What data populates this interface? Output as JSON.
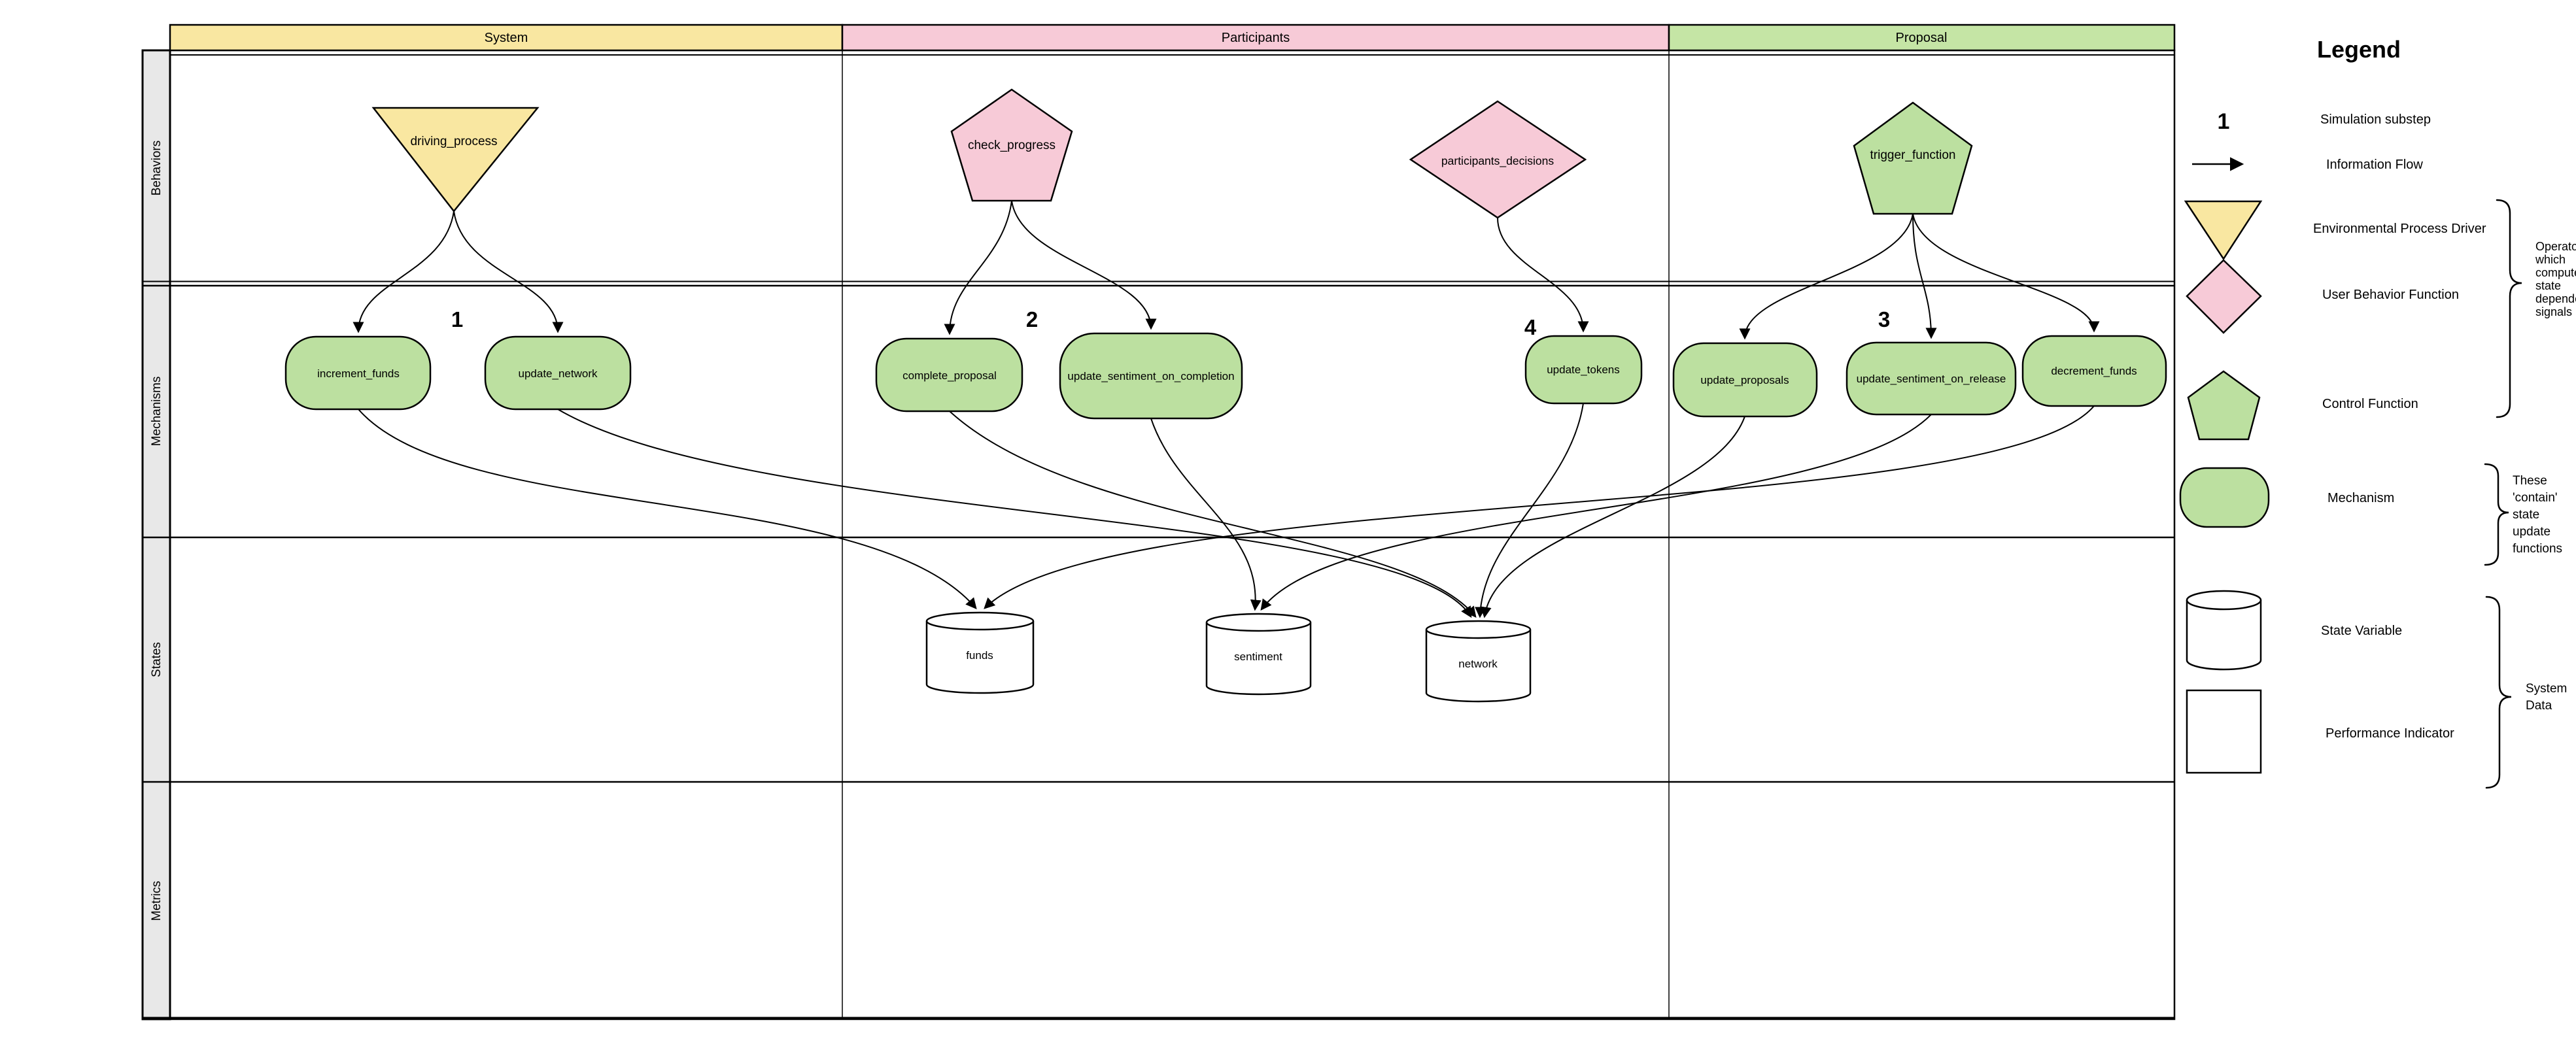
{
  "columns": [
    {
      "label": "System",
      "color": "#f9e7a1"
    },
    {
      "label": "Participants",
      "color": "#f7cad7"
    },
    {
      "label": "Proposal",
      "color": "#c5e5a5"
    }
  ],
  "lanes": [
    {
      "label": "Behaviors"
    },
    {
      "label": "Mechanisms"
    },
    {
      "label": "States"
    },
    {
      "label": "Metrics"
    }
  ],
  "behaviors": [
    {
      "label": "driving_process",
      "shape": "inverted-triangle",
      "column": "System",
      "color": "#f9e7a1"
    },
    {
      "label": "check_progress",
      "shape": "pentagon",
      "column": "Participants",
      "color": "#f7cad7"
    },
    {
      "label": "participants_decisions",
      "shape": "diamond",
      "column": "Participants",
      "color": "#f7cad7"
    },
    {
      "label": "trigger_function",
      "shape": "pentagon",
      "column": "Proposal",
      "color": "#bce0a0"
    }
  ],
  "substeps": [
    {
      "number": "1",
      "column": "System"
    },
    {
      "number": "2",
      "column": "Participants"
    },
    {
      "number": "4",
      "column": "Participants"
    },
    {
      "number": "3",
      "column": "Proposal"
    }
  ],
  "mechanisms": [
    {
      "label": "increment_funds"
    },
    {
      "label": "update_network"
    },
    {
      "label": "complete_proposal"
    },
    {
      "label": "update_sentiment_on_completion"
    },
    {
      "label": "update_tokens"
    },
    {
      "label": "update_proposals"
    },
    {
      "label": "update_sentiment_on_release"
    },
    {
      "label": "decrement_funds"
    }
  ],
  "states": [
    {
      "label": "funds"
    },
    {
      "label": "sentiment"
    },
    {
      "label": "network"
    }
  ],
  "flows": {
    "behavior_to_mechanism": [
      {
        "from": "driving_process",
        "to": "increment_funds"
      },
      {
        "from": "driving_process",
        "to": "update_network"
      },
      {
        "from": "check_progress",
        "to": "complete_proposal"
      },
      {
        "from": "check_progress",
        "to": "update_sentiment_on_completion"
      },
      {
        "from": "participants_decisions",
        "to": "update_tokens"
      },
      {
        "from": "trigger_function",
        "to": "update_proposals"
      },
      {
        "from": "trigger_function",
        "to": "update_sentiment_on_release"
      },
      {
        "from": "trigger_function",
        "to": "decrement_funds"
      }
    ],
    "mechanism_to_state": [
      {
        "from": "increment_funds",
        "to": "funds"
      },
      {
        "from": "decrement_funds",
        "to": "funds"
      },
      {
        "from": "update_sentiment_on_completion",
        "to": "sentiment"
      },
      {
        "from": "update_sentiment_on_release",
        "to": "sentiment"
      },
      {
        "from": "update_network",
        "to": "network"
      },
      {
        "from": "complete_proposal",
        "to": "network"
      },
      {
        "from": "update_tokens",
        "to": "network"
      },
      {
        "from": "update_proposals",
        "to": "network"
      }
    ]
  },
  "legend": {
    "title": "Legend",
    "items": [
      {
        "symbol": "substep-number",
        "symbol_text": "1",
        "label": "Simulation substep"
      },
      {
        "symbol": "arrow",
        "label": "Information Flow"
      },
      {
        "symbol": "inverted-triangle",
        "label": "Environmental Process Driver",
        "color": "#f9e7a1"
      },
      {
        "symbol": "diamond",
        "label": "User Behavior Function",
        "color": "#f7cad7"
      },
      {
        "symbol": "pentagon",
        "label": "Control Function",
        "color": "#bce0a0"
      },
      {
        "symbol": "rounded-rect",
        "label": "Mechanism",
        "color": "#bce0a0"
      },
      {
        "symbol": "cylinder",
        "label": "State Variable",
        "color": "#ffffff"
      },
      {
        "symbol": "square",
        "label": "Performance Indicator",
        "color": "#ffffff"
      }
    ],
    "annotations": {
      "operators": {
        "lines": [
          "Operators",
          "which",
          "compute",
          "state",
          "dependent",
          "signals"
        ]
      },
      "contain": {
        "lines": [
          "These",
          "'contain'",
          "state",
          "update",
          "functions"
        ]
      },
      "system_data": {
        "lines": [
          "System",
          "Data"
        ]
      }
    }
  }
}
